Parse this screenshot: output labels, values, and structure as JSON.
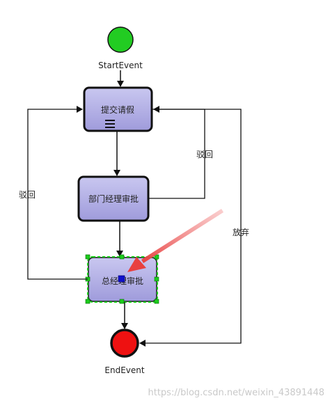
{
  "diagram": {
    "start_event": {
      "label": "StartEvent",
      "color": "#22cc22"
    },
    "end_event": {
      "label": "EndEvent",
      "color": "#ee1111"
    },
    "tasks": [
      {
        "id": "submit",
        "label": "提交请假"
      },
      {
        "id": "dept",
        "label": "部门经理审批"
      },
      {
        "id": "gm",
        "label": "总经理审批"
      }
    ],
    "flows": {
      "reject_left": "驳回",
      "reject_right": "驳回",
      "abandon": "放弃"
    },
    "task_fill": "#a9a6e0",
    "selection_color": "#1ccc1c",
    "arrow_color": "#e8403f"
  },
  "watermark": "https://blog.csdn.net/weixin_43891448"
}
